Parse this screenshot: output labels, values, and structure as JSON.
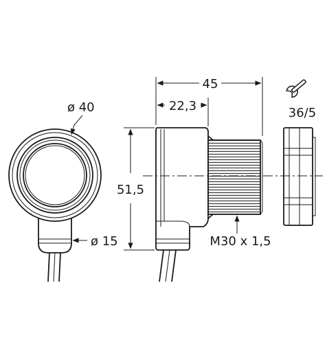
{
  "drawing": {
    "labels": {
      "housing_diameter": "ø 40",
      "cable_diameter": "ø 15",
      "height": "51,5",
      "total_length": "45",
      "body_length": "22,3",
      "thread": "M30 x 1,5",
      "wrench_size": "36/5"
    },
    "icons": [
      "wrench-icon"
    ],
    "colors": {
      "line": "#1a1a1a",
      "fill": "#f2f2f2",
      "background": "#ffffff"
    }
  }
}
